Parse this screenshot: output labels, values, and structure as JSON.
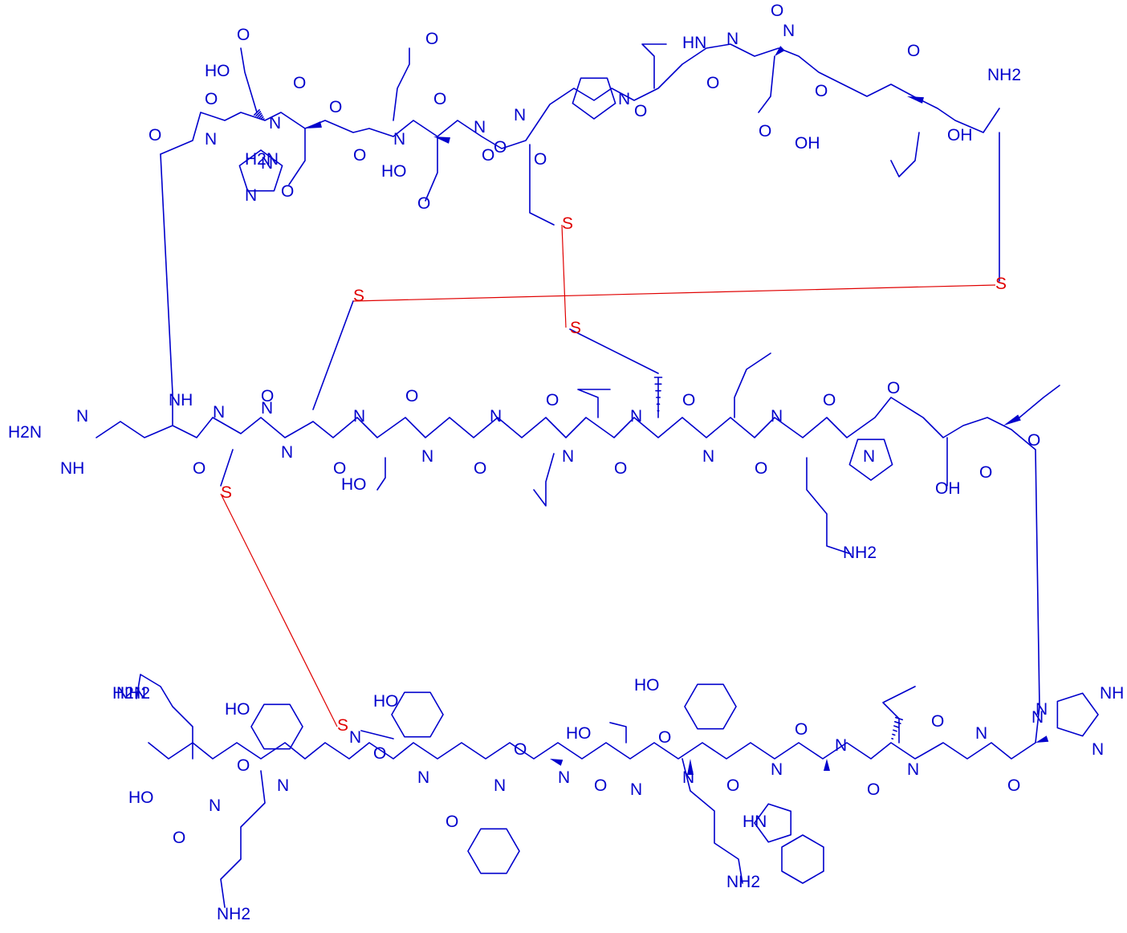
{
  "diagram": {
    "type": "structural-formula",
    "colors": {
      "peptide": "#0000cc",
      "disulfide": "#e00000",
      "background": "#ffffff"
    },
    "atom_labels": {
      "row1": [
        "HO",
        "O",
        "O",
        "O",
        "N",
        "N",
        "O",
        "N",
        "O",
        "N",
        "O",
        "H2N",
        "O",
        "O",
        "HO",
        "O",
        "O",
        "N",
        "N",
        "O",
        "O",
        "N",
        "O",
        "N",
        "O",
        "HN",
        "O",
        "N",
        "O",
        "OH",
        "N",
        "NH2",
        "O",
        "O",
        "O",
        "OH"
      ],
      "row2": [
        "H2N",
        "N",
        "NH",
        "NH",
        "N",
        "O",
        "N",
        "O",
        "N",
        "O",
        "HO",
        "N",
        "O",
        "N",
        "O",
        "N",
        "O",
        "N",
        "O",
        "N",
        "O",
        "N",
        "O",
        "N",
        "O",
        "OH",
        "NH2",
        "N",
        "O",
        "O"
      ],
      "row3": [
        "H2N",
        "HO",
        "HO",
        "O",
        "O",
        "N",
        "N",
        "N",
        "N",
        "O",
        "O",
        "N",
        "O",
        "N",
        "HO",
        "O",
        "N",
        "O",
        "N",
        "O",
        "N",
        "HO",
        "NH2",
        "O",
        "N",
        "O",
        "N",
        "HN",
        "O",
        "N",
        "O",
        "N",
        "N",
        "O",
        "NH",
        "NH2",
        "N",
        "HO",
        "NH2"
      ],
      "sulfur": [
        "S",
        "S",
        "S",
        "S",
        "S",
        "S"
      ]
    }
  }
}
